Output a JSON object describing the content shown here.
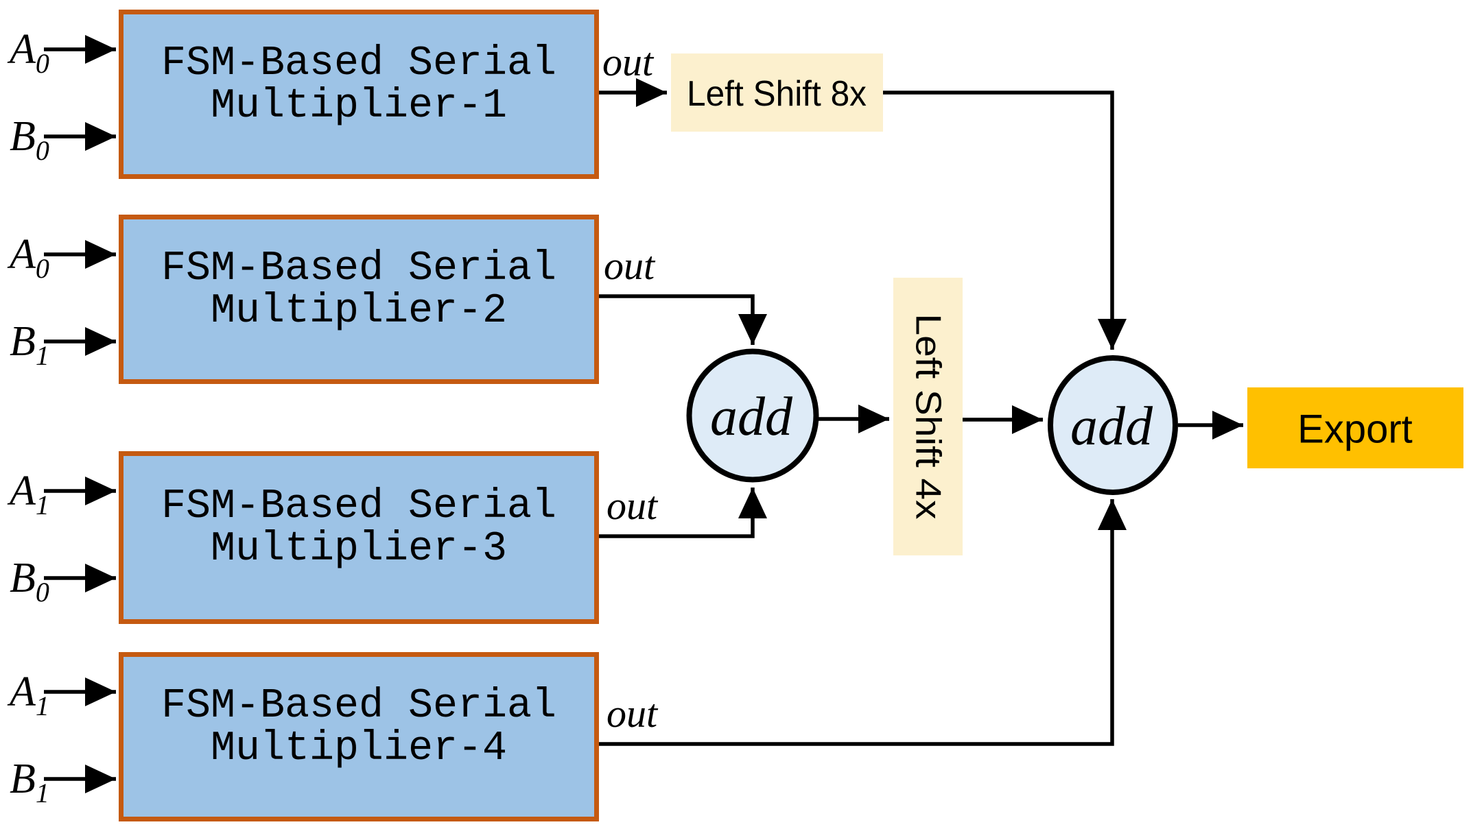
{
  "multipliers": [
    {
      "name_line1": "FSM-Based Serial",
      "name_line2": "Multiplier-1",
      "input_a_base": "A",
      "input_a_sub": "0",
      "input_b_base": "B",
      "input_b_sub": "0",
      "out_label": "out"
    },
    {
      "name_line1": "FSM-Based Serial",
      "name_line2": "Multiplier-2",
      "input_a_base": "A",
      "input_a_sub": "0",
      "input_b_base": "B",
      "input_b_sub": "1",
      "out_label": "out"
    },
    {
      "name_line1": "FSM-Based Serial",
      "name_line2": "Multiplier-3",
      "input_a_base": "A",
      "input_a_sub": "1",
      "input_b_base": "B",
      "input_b_sub": "0",
      "out_label": "out"
    },
    {
      "name_line1": "FSM-Based Serial",
      "name_line2": "Multiplier-4",
      "input_a_base": "A",
      "input_a_sub": "1",
      "input_b_base": "B",
      "input_b_sub": "1",
      "out_label": "out"
    }
  ],
  "shift_boxes": {
    "shift8_label": "Left Shift 8x",
    "shift4_label": "Left Shift 4x"
  },
  "adders": {
    "adder1_label": "add",
    "adder2_label": "add"
  },
  "export_label": "Export",
  "colors": {
    "multiplier_fill": "#9DC3E6",
    "multiplier_border": "#C55A11",
    "shift_fill": "#FCF0CE",
    "adder_fill": "#DEEBF7",
    "export_fill": "#FFC000",
    "wire": "#000000"
  }
}
